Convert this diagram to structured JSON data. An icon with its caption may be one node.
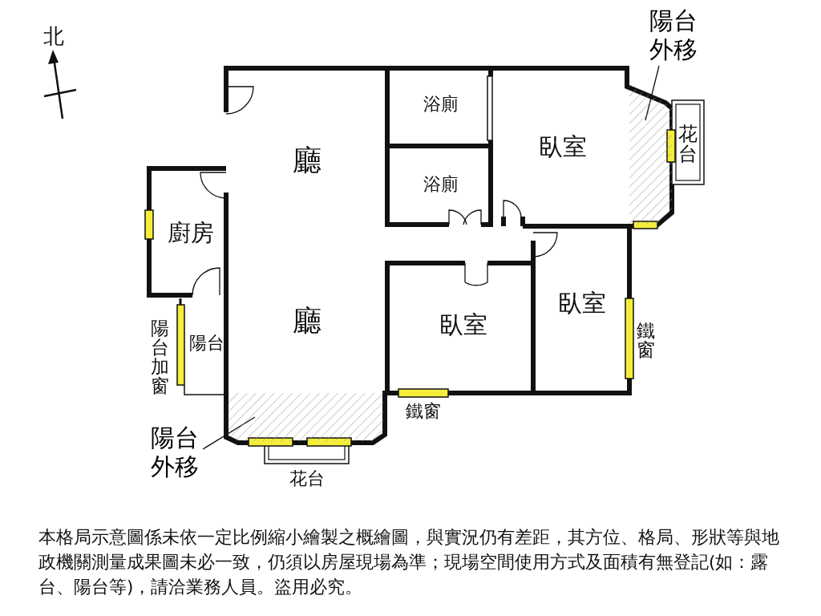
{
  "diagram": {
    "caption": "本格局示意圖係未依一定比例縮小繪製之概繪圖，與實況仍有差距，其方位、格局、形狀等與地政機關測量成果圖未必一致，仍須以房屋現場為準；現場空間使用方式及面積有無登記(如：露台、陽台等)，請洽業務人員。盜用必究。",
    "nodes": [
      {
        "text": [
          "陽台外移"
        ]
      },
      {
        "text": [],
        "shape": "box"
      },
      {
        "text": [
          "陽台外移"
        ]
      },
      {
        "text": [],
        "shape": "box"
      }
    ],
    "edges": [
      {
        "from": 0,
        "to": 1,
        "arrow": "none"
      },
      {
        "from": 2,
        "to": 3,
        "arrow": "none"
      }
    ],
    "labels": [
      "北",
      "浴廁",
      "花台",
      "臥室",
      "廳",
      "浴廁",
      "廚房",
      "臥室",
      "陽台加窗",
      "陽台",
      "廳",
      "臥室",
      "鐵窗",
      "鐵窗",
      "花台"
    ]
  }
}
